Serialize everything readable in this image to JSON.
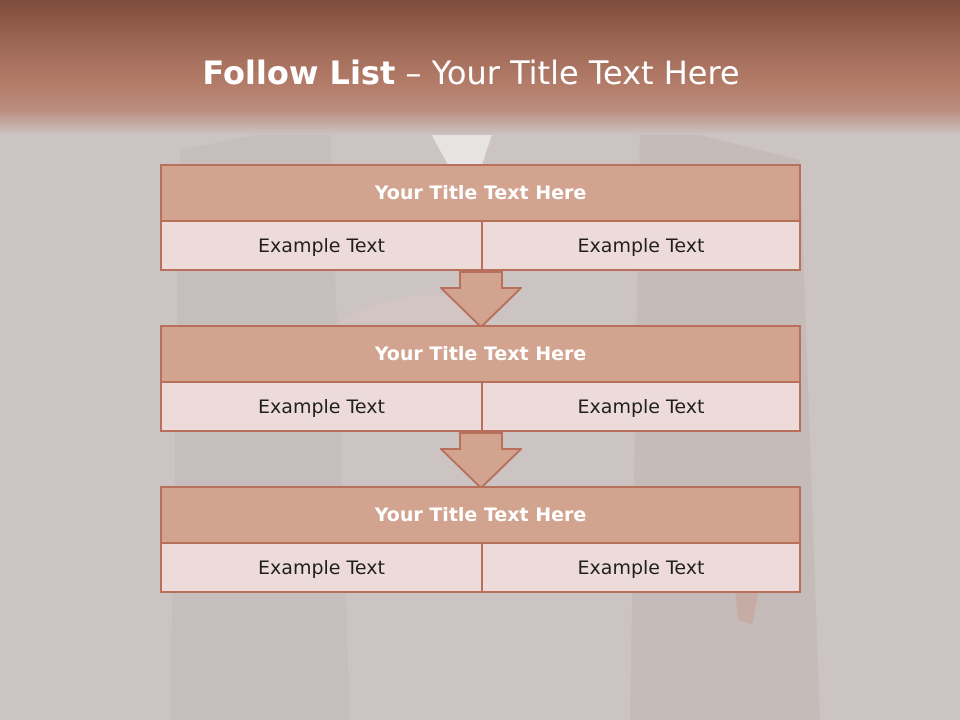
{
  "slide": {
    "title_bold": "Follow List",
    "title_separator": " – ",
    "title_rest": "Your Title Text Here"
  },
  "blocks": [
    {
      "title": "Your Title Text Here",
      "left_text": "Example Text",
      "right_text": "Example Text"
    },
    {
      "title": "Your Title Text Here",
      "left_text": "Example Text",
      "right_text": "Example Text"
    },
    {
      "title": "Your Title Text Here",
      "left_text": "Example Text",
      "right_text": "Example Text"
    }
  ],
  "colors": {
    "header_top": "#7e4c3b",
    "header_mid": "#b57e6b",
    "background": "#cbc4c2",
    "box_title_fill": "#d2a38f",
    "box_body_fill": "#ecdbd8",
    "box_border": "#b8705c",
    "arrow_fill": "#d2a38f"
  }
}
